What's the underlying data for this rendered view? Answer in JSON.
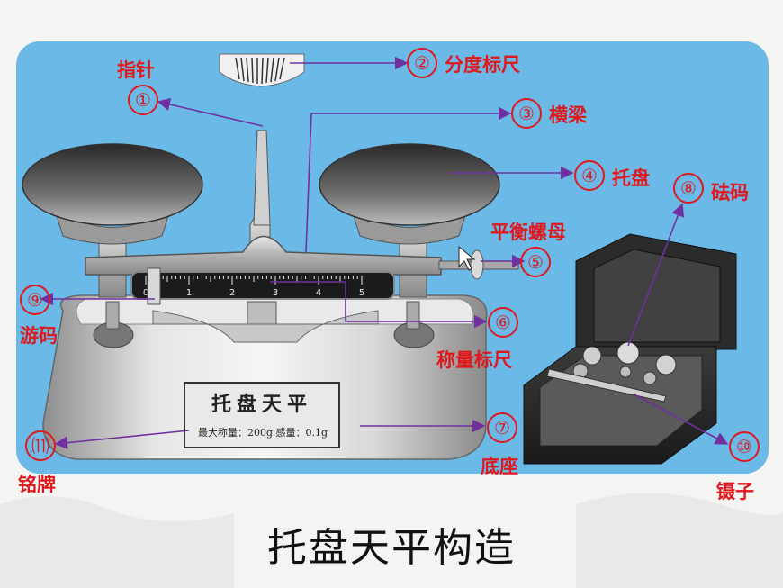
{
  "title": "托盘天平构造",
  "colors": {
    "background": "#6ab9e6",
    "label": "#e0181d",
    "arrow": "#7030a0"
  },
  "labels": {
    "pointer": "指针",
    "pointer_num": "①",
    "scale": "分度标尺",
    "scale_num": "②",
    "beam": "横梁",
    "beam_num": "③",
    "pan": "托盘",
    "pan_num": "④",
    "balance_nut": "平衡螺母",
    "balance_nut_num": "⑤",
    "weigh_scale": "称量标尺",
    "weigh_scale_num": "⑥",
    "base": "底座",
    "base_num": "⑦",
    "weights": "砝码",
    "weights_num": "⑧",
    "rider": "游码",
    "rider_num": "⑨",
    "tweezers": "镊子",
    "tweezers_num": "⑩",
    "nameplate": "铭牌",
    "nameplate_num": "⑾"
  },
  "nameplate": {
    "title": "托盘天平",
    "spec": "最大称量：200g  感量：0.1g"
  },
  "ruler_ticks": [
    "0",
    "1",
    "2",
    "3",
    "4",
    "5"
  ]
}
